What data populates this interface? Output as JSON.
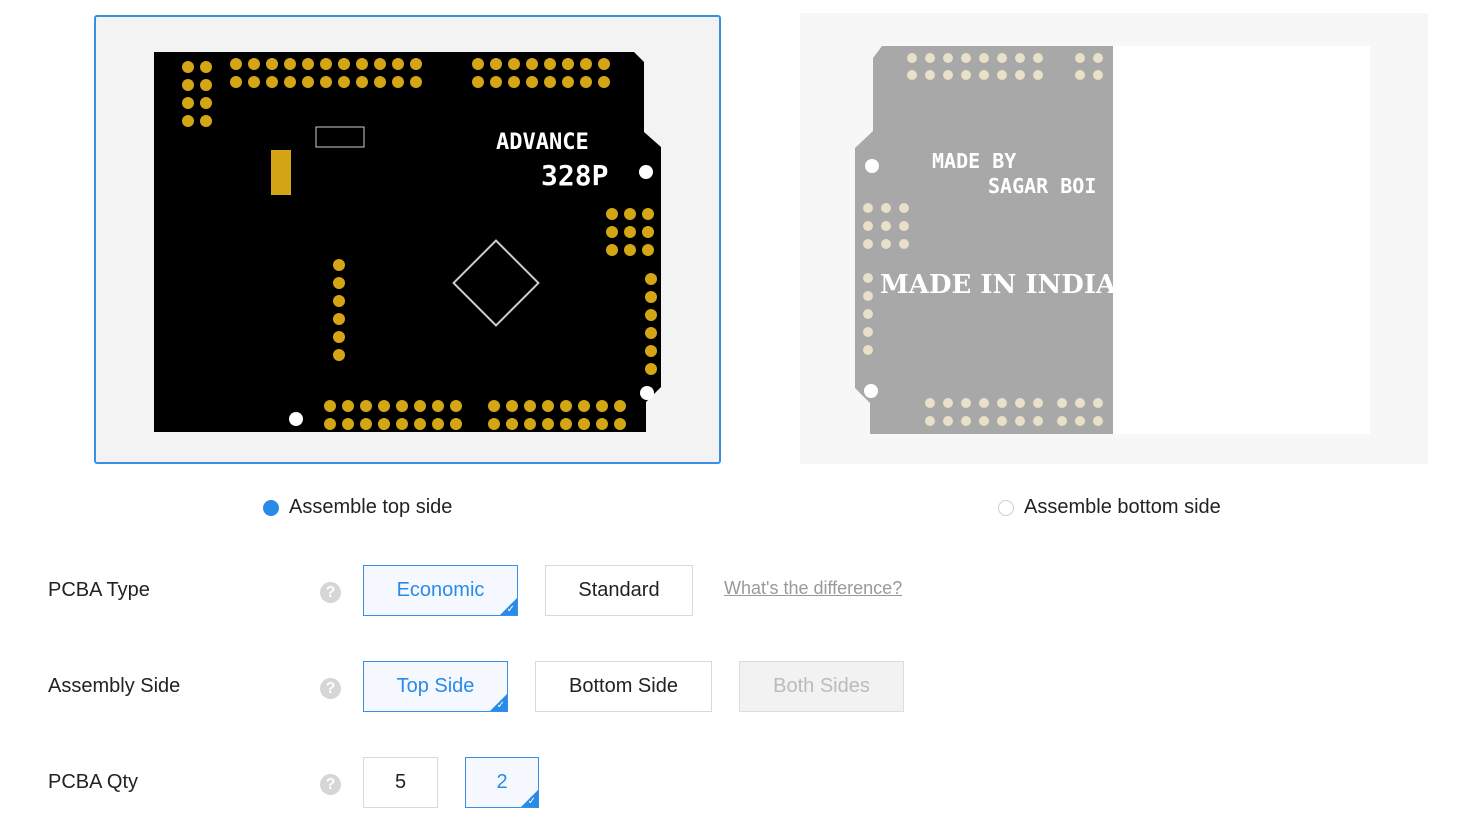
{
  "preview": {
    "top_option": {
      "label": "Assemble top side",
      "selected": true
    },
    "bottom_option": {
      "label": "Assemble bottom side",
      "selected": false
    },
    "top_board_text": [
      "ADVANCE",
      "328P"
    ],
    "bottom_board_text": [
      "MADE BY",
      "SAGAR BOI",
      "MADE IN INDIA"
    ]
  },
  "form": {
    "pcba_type": {
      "label": "PCBA Type",
      "help": "?",
      "options": [
        "Economic",
        "Standard"
      ],
      "selected": "Economic",
      "link": "What's the difference?"
    },
    "assembly_side": {
      "label": "Assembly Side",
      "help": "?",
      "options": [
        "Top Side",
        "Bottom Side",
        "Both Sides"
      ],
      "selected": "Top Side",
      "disabled": "Both Sides"
    },
    "pcba_qty": {
      "label": "PCBA Qty",
      "help": "?",
      "options": [
        "5",
        "2"
      ],
      "selected": "2"
    }
  },
  "colors": {
    "accent": "#2a8ae8",
    "pcb": "#000000",
    "pad": "#d4a514"
  }
}
